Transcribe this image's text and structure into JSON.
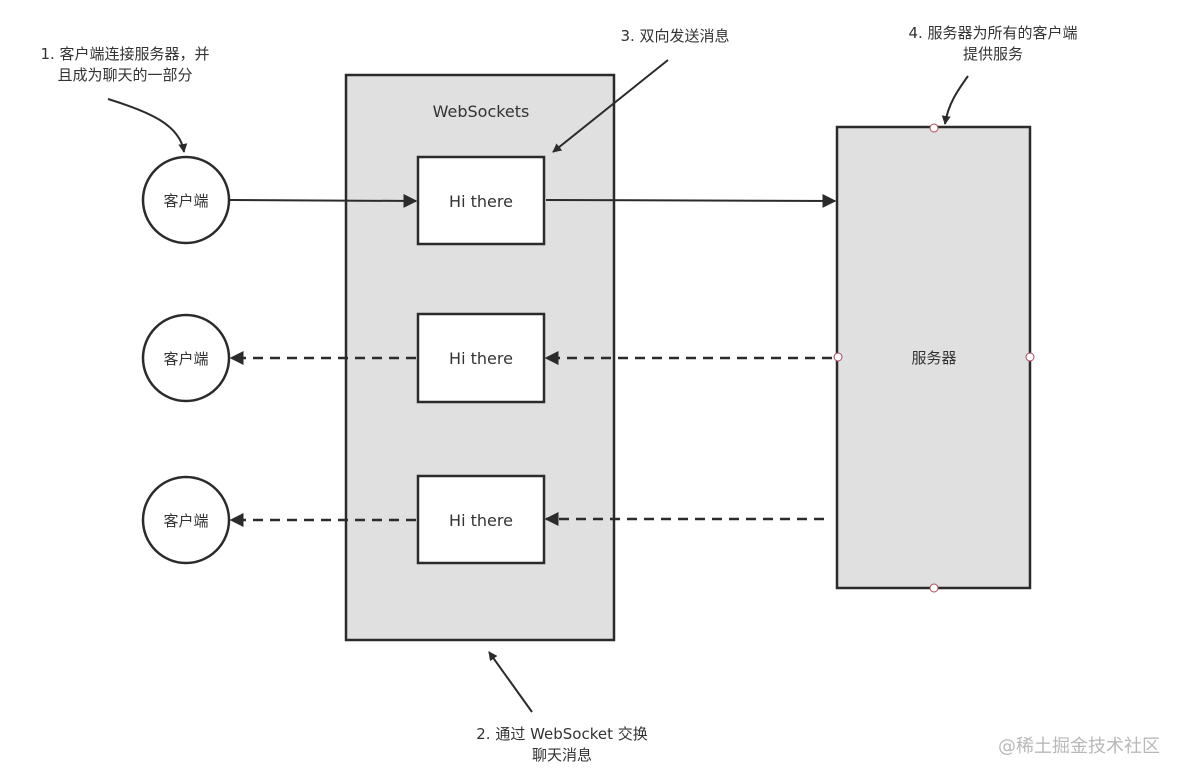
{
  "diagram": {
    "annotations": {
      "client_connect": [
        "1. 客户端连接服务器，并",
        "且成为聊天的一部分"
      ],
      "exchange": [
        "2. 通过 WebSocket 交换",
        "聊天消息"
      ],
      "bidirectional": [
        "3. 双向发送消息"
      ],
      "server_serves": [
        "4. 服务器为所有的客户端",
        "提供服务"
      ]
    },
    "websockets_title": "WebSockets",
    "clients": [
      "客户端",
      "客户端",
      "客户端"
    ],
    "messages": [
      "Hi there",
      "Hi there",
      "Hi there"
    ],
    "server_label": "服务器",
    "watermark": "@稀土掘金技术社区"
  },
  "colors": {
    "stroke": "#2b2b2b",
    "panel_fill": "#e0e0e0",
    "node_fill": "#ffffff",
    "port_stroke": "#b04a5a"
  }
}
